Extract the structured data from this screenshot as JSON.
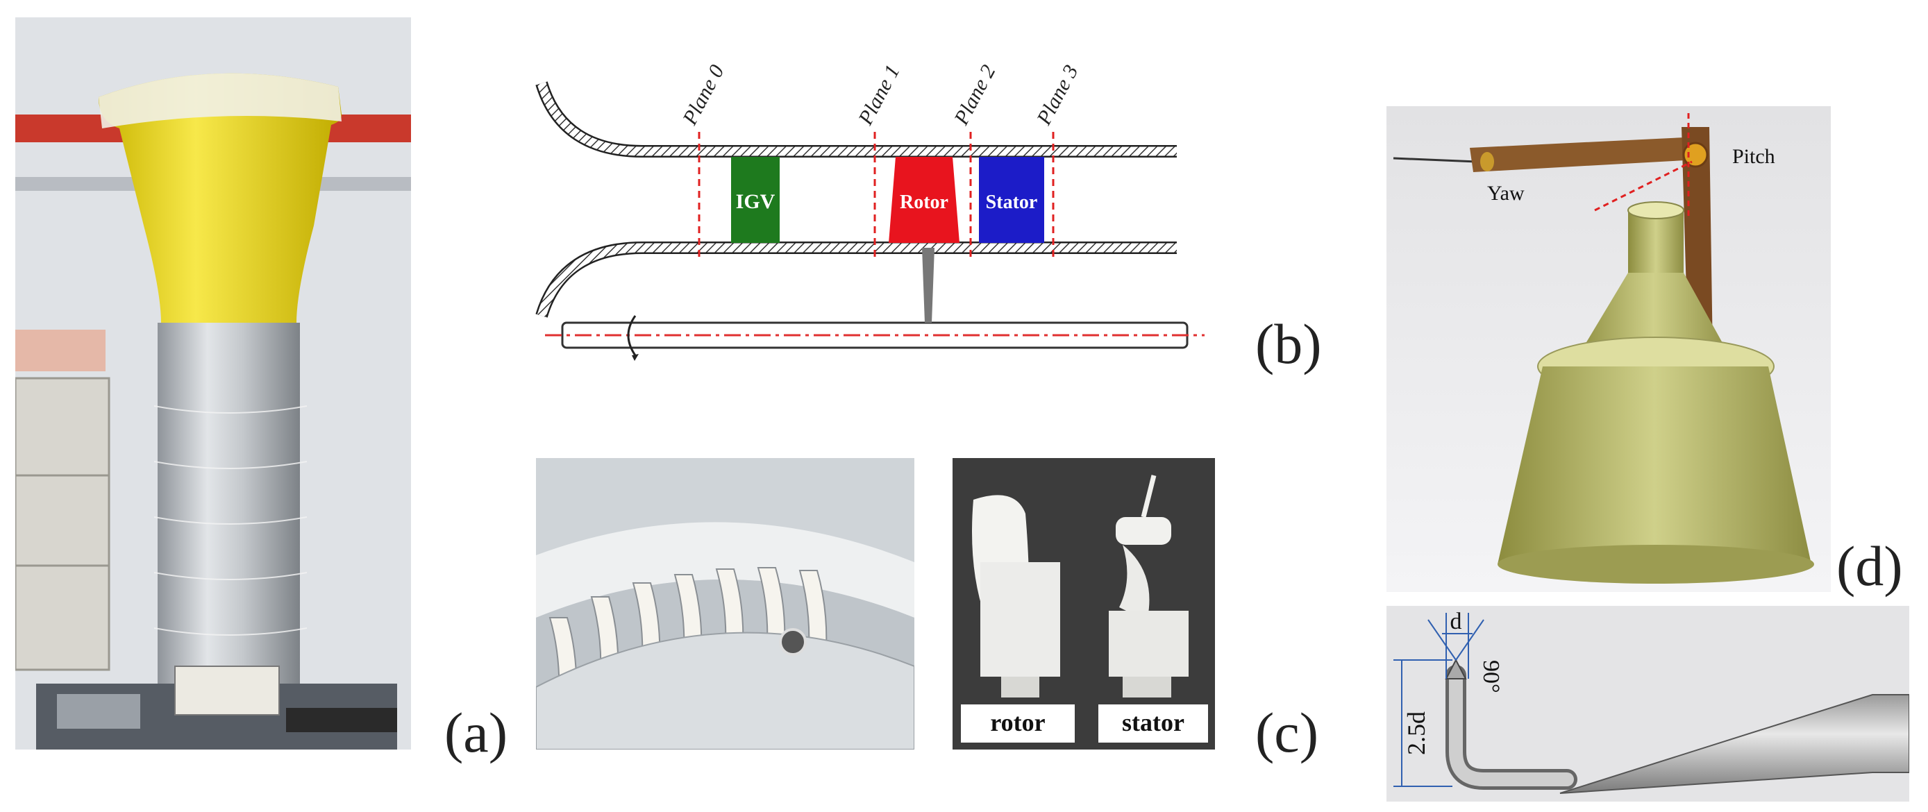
{
  "panel_labels": {
    "a": "(a)",
    "b": "(b)",
    "c": "(c)",
    "d": "(d)"
  },
  "planes": [
    "Plane 0",
    "Plane 1",
    "Plane 2",
    "Plane 3"
  ],
  "blades": {
    "igv": "IGV",
    "rotor": "Rotor",
    "stator": "Stator"
  },
  "blade_colors": {
    "igv": "#1e7a1e",
    "rotor": "#e8141e",
    "stator": "#1c1cc8"
  },
  "samples": {
    "rotor": "rotor",
    "stator": "stator"
  },
  "probe": {
    "yaw": "Yaw",
    "pitch": "Pitch"
  },
  "probe_tip": {
    "d": "d",
    "angle": "90°",
    "length": "2.5d"
  }
}
